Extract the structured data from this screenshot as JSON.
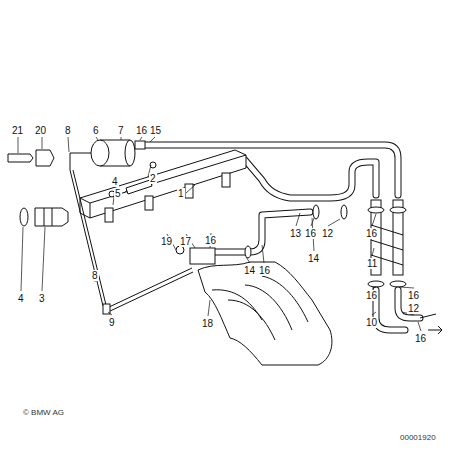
{
  "diagram": {
    "labels": [
      "21",
      "20",
      "8",
      "6",
      "7",
      "16",
      "15",
      "4",
      "2",
      "5",
      "1",
      "4",
      "3",
      "19",
      "17",
      "16",
      "13",
      "16",
      "12",
      "16",
      "14",
      "16",
      "14",
      "11",
      "8",
      "16",
      "16",
      "12",
      "9",
      "18",
      "10",
      "16",
      "© BMW AG",
      "00001920"
    ]
  }
}
